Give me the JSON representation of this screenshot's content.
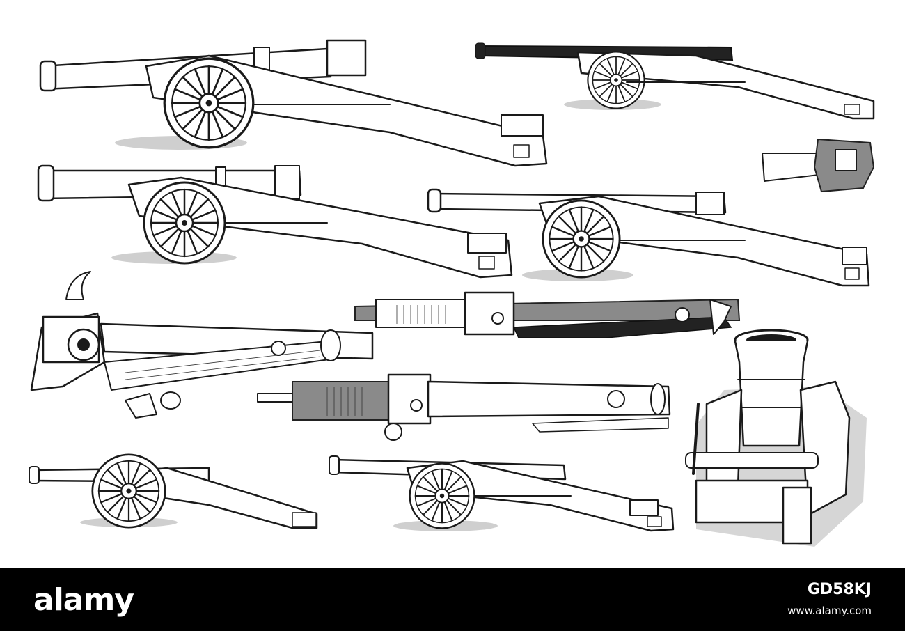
{
  "footer": {
    "logo_text": "alamy",
    "image_id": "GD58KJ",
    "site": "www.alamy.com"
  },
  "colors": {
    "ink": "#1a1a1a",
    "paper": "#ffffff",
    "footer_background": "#000000",
    "footer_text": "#ffffff"
  },
  "illustration": {
    "subject": "engraved cannons on field carriages",
    "item_icons": [
      "field-cannon-icon",
      "dark-field-cannon-icon",
      "carriage-detail-icon",
      "field-cannon-icon",
      "field-cannon-icon",
      "gun-barrel-detail-icon",
      "breech-mechanism-icon",
      "breech-mechanism-icon",
      "mortar-icon",
      "small-field-cannon-icon",
      "field-cannon-icon"
    ]
  }
}
